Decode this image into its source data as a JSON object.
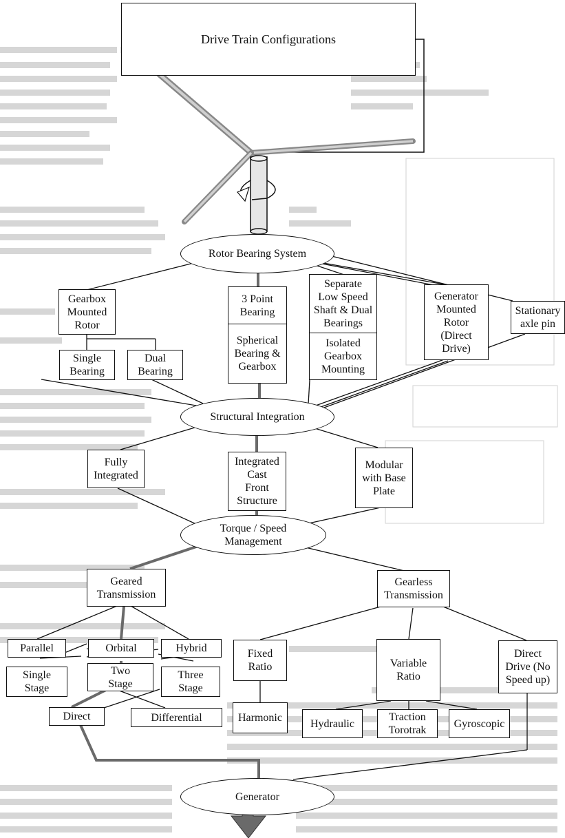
{
  "title": "Drive Train Configurations",
  "ovals": {
    "rotor_bearing": "Rotor Bearing System",
    "structural": "Structural Integration",
    "torque": "Torque / Speed\nManagement",
    "generator": "Generator"
  },
  "rotor_bearing_options": {
    "gearbox_mounted": "Gearbox\nMounted\nRotor",
    "single_bearing": "Single\nBearing",
    "dual_bearing": "Dual\nBearing",
    "three_point": "3 Point\nBearing",
    "spherical": "Spherical\nBearing &\nGearbox",
    "separate_shaft": "Separate\nLow Speed\nShaft & Dual\nBearings",
    "isolated_gearbox": "Isolated\nGearbox\nMounting",
    "generator_mounted": "Generator\nMounted\nRotor\n(Direct\nDrive)",
    "stationary_axle": "Stationary\naxle pin"
  },
  "structural_options": {
    "fully_integrated": "Fully\nIntegrated",
    "integrated_cast": "Integrated\nCast\nFront\nStructure",
    "modular": "Modular\nwith Base\nPlate"
  },
  "transmission": {
    "geared": "Geared\nTransmission",
    "gearless": "Gearless\nTransmission",
    "parallel": "Parallel",
    "orbital": "Orbital",
    "hybrid": "Hybrid",
    "single_stage": "Single\nStage",
    "two_stage": "Two\nStage",
    "three_stage": "Three\nStage",
    "direct": "Direct",
    "differential": "Differential",
    "fixed_ratio": "Fixed\nRatio",
    "harmonic": "Harmonic",
    "variable_ratio": "Variable\nRatio",
    "hydraulic": "Hydraulic",
    "traction": "Traction\nTorotrak",
    "gyroscopic": "Gyroscopic",
    "direct_drive": "Direct\nDrive (No\nSpeed up)"
  },
  "colors": {
    "line": "#111111",
    "highlight": "#6a6a6a",
    "arrow": "#6a6a6a",
    "ghost_text": "#d4d4d4"
  }
}
